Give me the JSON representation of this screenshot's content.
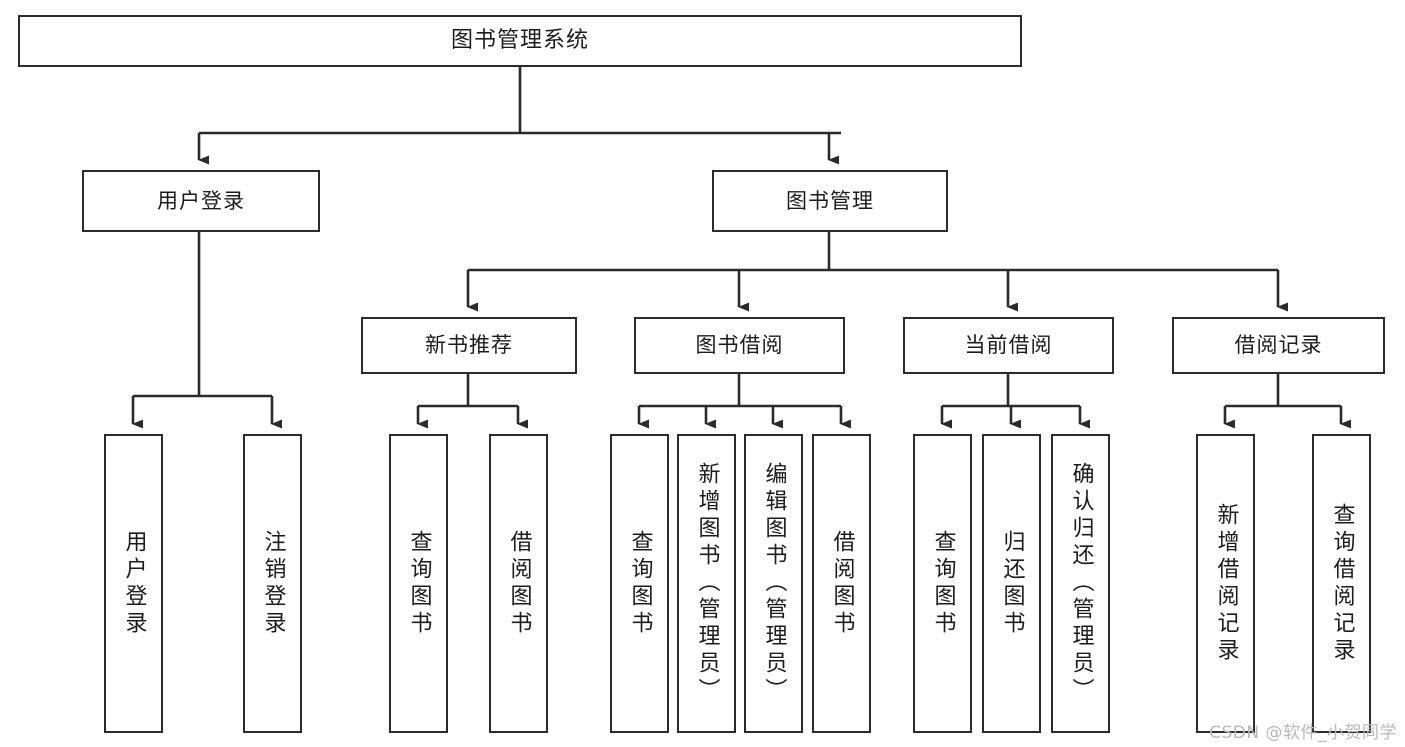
{
  "diagram": {
    "title": "图书管理系统",
    "type": "tree-hierarchy",
    "watermark": "CSDN @软件_小贺同学",
    "colors": {
      "box_border": "#2b2b2b",
      "box_fill": "#ffffff",
      "edge": "#2b2b2b",
      "text": "#1c1c1c",
      "watermark": "#b8b8b8",
      "background": "#ffffff"
    },
    "nodes": {
      "root": {
        "label": "图书管理系统"
      },
      "level2": [
        {
          "label": "用户登录"
        },
        {
          "label": "图书管理"
        }
      ],
      "level3": [
        {
          "label": "新书推荐"
        },
        {
          "label": "图书借阅"
        },
        {
          "label": "当前借阅"
        },
        {
          "label": "借阅记录"
        }
      ],
      "leaves_user_login": [
        {
          "label": "用户登录"
        },
        {
          "label": "注销登录"
        }
      ],
      "leaves_new_book": [
        {
          "label": "查询图书"
        },
        {
          "label": "借阅图书"
        }
      ],
      "leaves_borrow": [
        {
          "label": "查询图书"
        },
        {
          "label": "新增图书（管理员）"
        },
        {
          "label": "编辑图书（管理员）"
        },
        {
          "label": "借阅图书"
        }
      ],
      "leaves_current": [
        {
          "label": "查询图书"
        },
        {
          "label": "归还图书"
        },
        {
          "label": "确认归还（管理员）"
        }
      ],
      "leaves_records": [
        {
          "label": "新增借阅记录"
        },
        {
          "label": "查询借阅记录"
        }
      ]
    }
  }
}
